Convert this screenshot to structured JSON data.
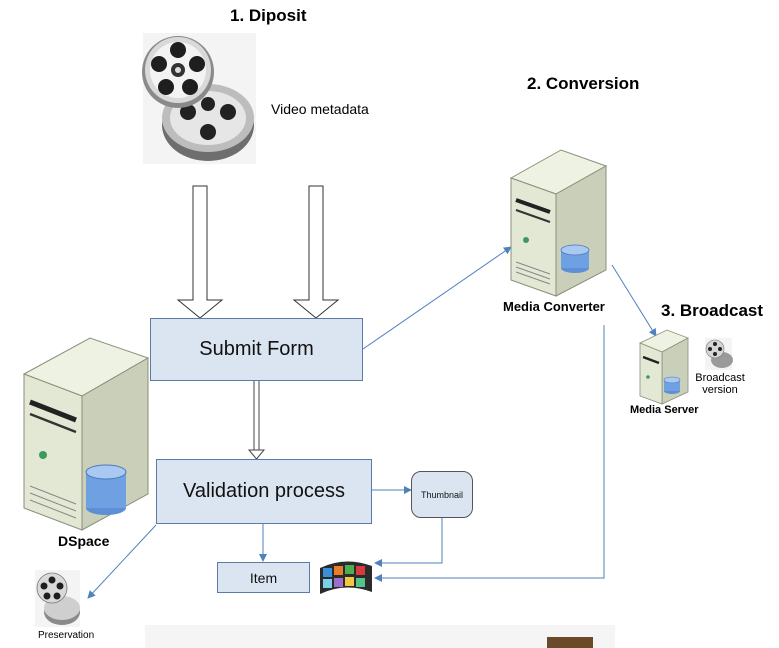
{
  "steps": {
    "deposit": "1. Diposit",
    "conversion": "2. Conversion",
    "broadcast": "3. Broadcast"
  },
  "labels": {
    "video_metadata": "Video metadata",
    "media_converter": "Media Converter",
    "media_server": "Media Server",
    "broadcast_version": "Broadcast version",
    "dspace": "DSpace",
    "preservation": "Preservation"
  },
  "boxes": {
    "submit_form": "Submit Form",
    "validation_process": "Validation process",
    "thumbnail": "Thumbnail",
    "item": "Item"
  },
  "colors": {
    "arrow": "#4f81bd",
    "box_fill": "#dbe5f1",
    "box_border": "#5a7aa8"
  }
}
